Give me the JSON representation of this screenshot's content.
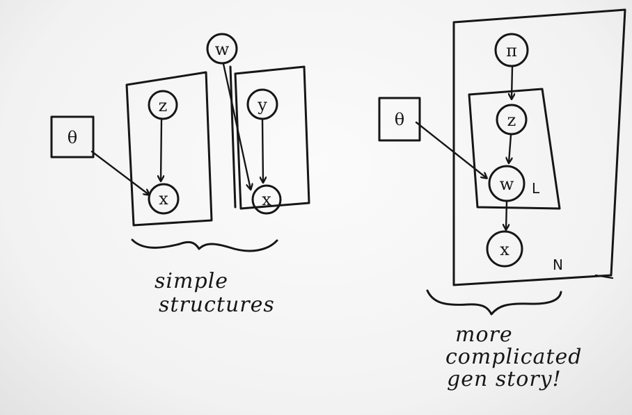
{
  "left": {
    "theta": "θ",
    "z": "z",
    "x_left": "x",
    "w": "w",
    "y": "y",
    "x_right": "x",
    "caption_line1": "simple",
    "caption_line2": "structures"
  },
  "right": {
    "theta": "θ",
    "pi": "π",
    "z": "z",
    "w": "w",
    "x": "x",
    "plate_inner": "L",
    "plate_outer": "N",
    "caption_line1": "more",
    "caption_line2": "complicated",
    "caption_line3": "gen story!"
  },
  "colors": {
    "ink": "#161616",
    "board": "#f4f4f4"
  }
}
